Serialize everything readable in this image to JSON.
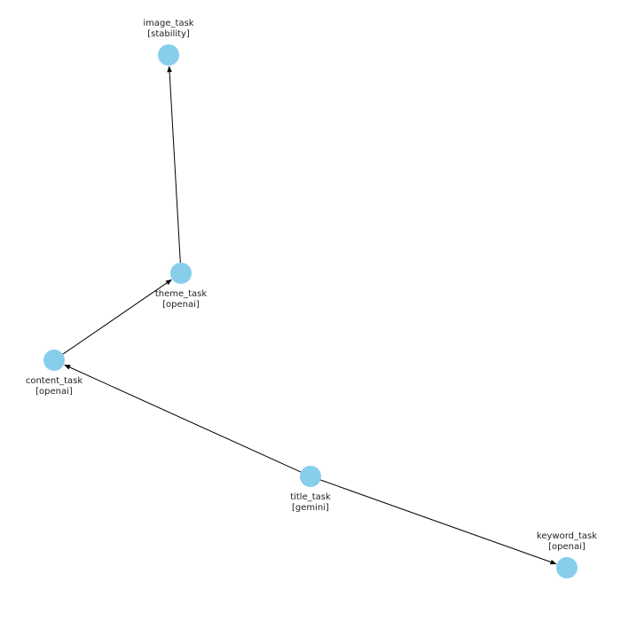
{
  "diagram": {
    "type": "directed-graph",
    "node_color": "#87ceeb",
    "edge_color": "#000000",
    "nodes": [
      {
        "id": "image_task",
        "name": "image_task",
        "provider": "[stability]"
      },
      {
        "id": "theme_task",
        "name": "theme_task",
        "provider": "[openai]"
      },
      {
        "id": "content_task",
        "name": "content_task",
        "provider": "[openai]"
      },
      {
        "id": "title_task",
        "name": "title_task",
        "provider": "[gemini]"
      },
      {
        "id": "keyword_task",
        "name": "keyword_task",
        "provider": "[openai]"
      }
    ],
    "edges": [
      {
        "from": "theme_task",
        "to": "image_task"
      },
      {
        "from": "content_task",
        "to": "theme_task"
      },
      {
        "from": "title_task",
        "to": "content_task"
      },
      {
        "from": "title_task",
        "to": "keyword_task"
      }
    ]
  }
}
